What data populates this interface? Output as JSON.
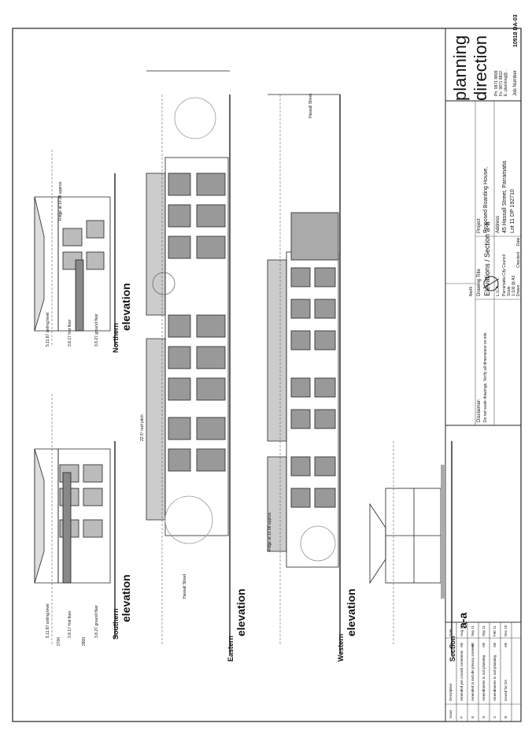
{
  "brand": {
    "name_line1": "planning",
    "name_line2": "direction",
    "contact": [
      "Ph: 9871 8899",
      "Fx: 9871 8822",
      "E: planning@..."
    ]
  },
  "titleblock": {
    "job_number_label": "Job Number",
    "job_number": "10918 DA-03",
    "project_label": "Project",
    "project": "Proposed Boarding House,",
    "address_label": "Address",
    "address_line1": "45 Hassall Street, Parramatta",
    "address_line2": "Lot 11 DP 192710",
    "drawing_title_label": "Drawing Title",
    "drawing_title": "Elevations / Section a-a",
    "north_label": "North",
    "lga_label": "L.G.A",
    "lga": "Parramatta City Council",
    "scale_label": "Scale",
    "scale": "1:100 @ A3",
    "drawn_label": "Drawn",
    "checked_label": "Checked",
    "date_label": "Date",
    "disclaimer_label": "Disclaimer:",
    "disclaimer": "Do not scale drawings. Verify all dimensions on site."
  },
  "revisions": {
    "headers": [
      "Issue",
      "Description",
      "By",
      "Date"
    ],
    "rows": [
      [
        "F",
        "Amended per council comments",
        "AB",
        "Aug 11"
      ],
      [
        "E",
        "Amended to include privacy screens",
        "AB",
        "Sep 11"
      ],
      [
        "D",
        "Amendments to suit planning",
        "AB",
        "Sep 11"
      ],
      [
        "C",
        "Amendments to suit planning",
        "AB",
        "Feb 11"
      ],
      [
        "B",
        "Issued for DA",
        "AB",
        "Dec 10"
      ]
    ]
  },
  "drawings": {
    "southern": {
      "title1": "Southern",
      "title2": "elevation"
    },
    "northern": {
      "title1": "Northern",
      "title2": "elevation"
    },
    "eastern": {
      "title1": "Eastern",
      "title2": "elevation"
    },
    "western": {
      "title1": "Western",
      "title2": "elevation"
    },
    "section": {
      "title1": "Section",
      "title2": "a-a"
    }
  },
  "levels": {
    "ceiling": "5.11.87 ceiling level",
    "first": "3.8.17 first floor",
    "ground": "3.8.27 ground floor",
    "dim1": "2700",
    "dim2": "2900"
  },
  "annotations": {
    "street": "Hassall Street",
    "roof_pitch": "22.5° roof pitch",
    "ridge": "Ridge at 10.98 approx."
  }
}
